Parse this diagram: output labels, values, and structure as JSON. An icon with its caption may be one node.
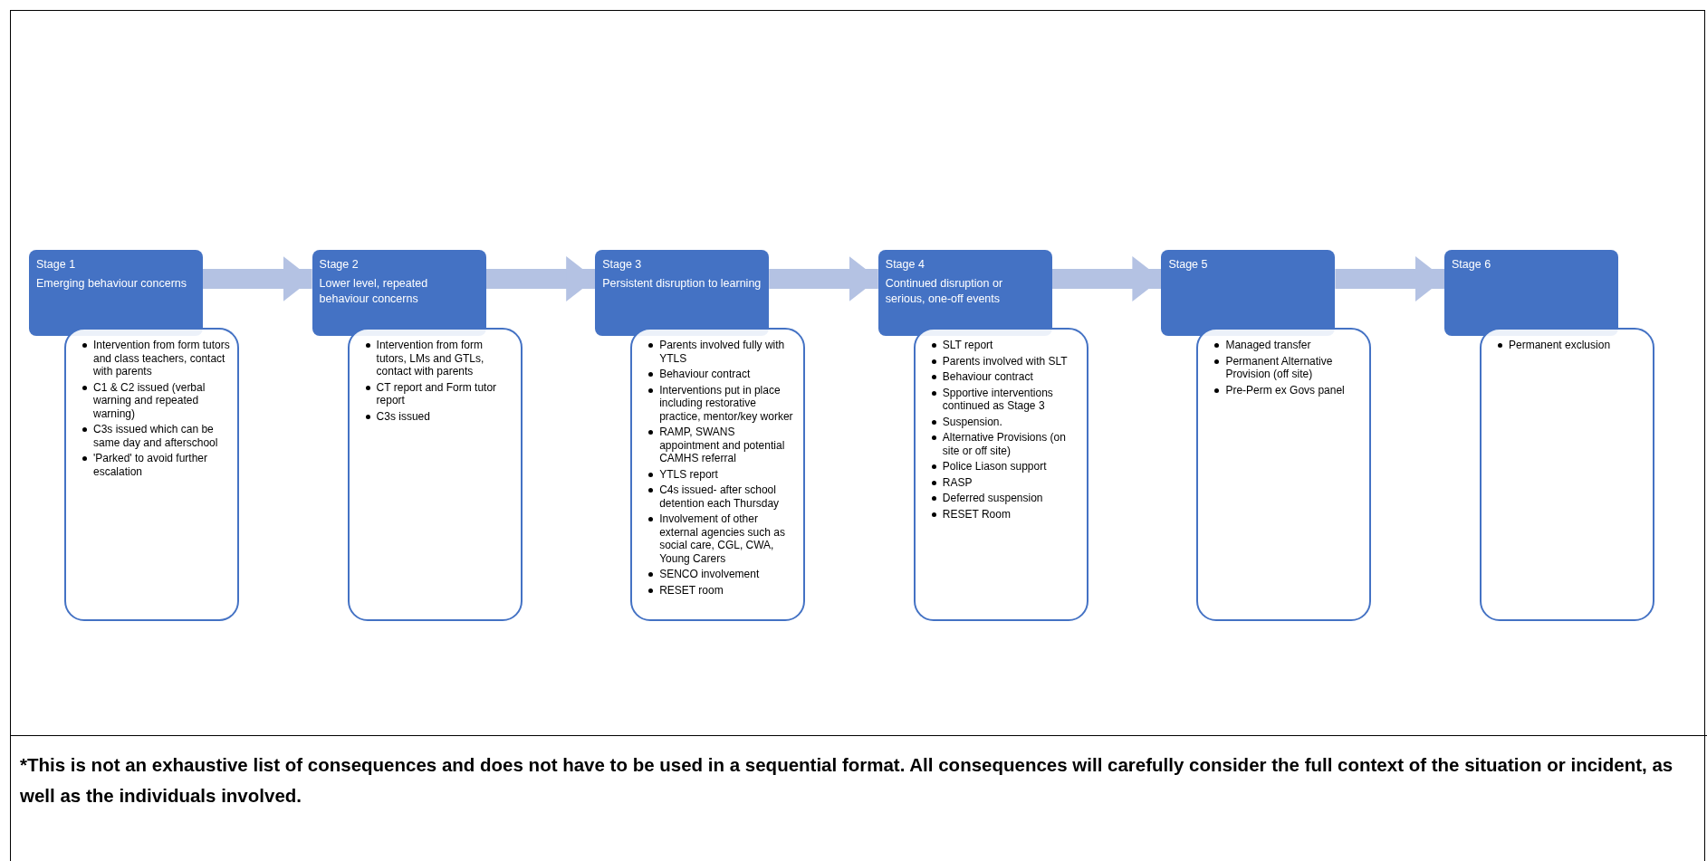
{
  "diagram": {
    "caption": "*This is not an exhaustive list of consequences and does not have to be used in a sequential format. All consequences will carefully consider the full context of the situation or incident, as well as the individuals involved.",
    "nodes": [
      {
        "text": [
          "Stage 1",
          "Emerging behaviour concerns"
        ]
      },
      {
        "text": [
          "Intervention from form tutors and class teachers, contact with parents",
          "C1 & C2 issued (verbal warning and repeated warning)",
          "C3s issued which can be same day and afterschool",
          "'Parked' to avoid further escalation"
        ]
      },
      {
        "text": [
          "Stage 2",
          "Lower level, repeated behaviour concerns"
        ]
      },
      {
        "text": [
          "Intervention from form tutors, LMs and GTLs, contact with parents",
          "CT report and Form tutor report",
          "C3s issued"
        ]
      },
      {
        "text": [
          "Stage 3",
          "Persistent disruption to learning"
        ]
      },
      {
        "text": [
          "Parents involved fully with YTLS",
          "Behaviour contract",
          "Interventions put in place including restorative practice, mentor/key worker",
          "RAMP, SWANS appointment and potential CAMHS referral",
          "YTLS report",
          "C4s issued- after school detention each Thursday",
          "Involvement of other external agencies such as social care, CGL, CWA, Young Carers",
          "SENCO involvement",
          "RESET room"
        ]
      },
      {
        "text": [
          "Stage 4",
          "Continued disruption or serious, one-off events"
        ]
      },
      {
        "text": [
          "SLT report",
          "Parents involved with SLT",
          "Behaviour contract",
          "Spportive interventions continued as Stage 3",
          "Suspension.",
          "Alternative Provisions (on site or off site)",
          "Police Liason support",
          "RASP",
          "Deferred suspension",
          "RESET Room"
        ]
      },
      {
        "text": [
          "Stage 5"
        ]
      },
      {
        "text": [
          "Managed transfer",
          "Permanent Alternative Provision (off site)",
          "Pre-Perm ex Govs panel"
        ]
      },
      {
        "text": [
          "Stage 6"
        ]
      },
      {
        "text": [
          "Permanent exclusion"
        ]
      }
    ],
    "edges": [
      {
        "from": 0,
        "to": 2,
        "arrow": "to"
      },
      {
        "from": 2,
        "to": 4,
        "arrow": "to"
      },
      {
        "from": 4,
        "to": 6,
        "arrow": "to"
      },
      {
        "from": 6,
        "to": 8,
        "arrow": "to"
      },
      {
        "from": 8,
        "to": 10,
        "arrow": "to"
      }
    ]
  }
}
